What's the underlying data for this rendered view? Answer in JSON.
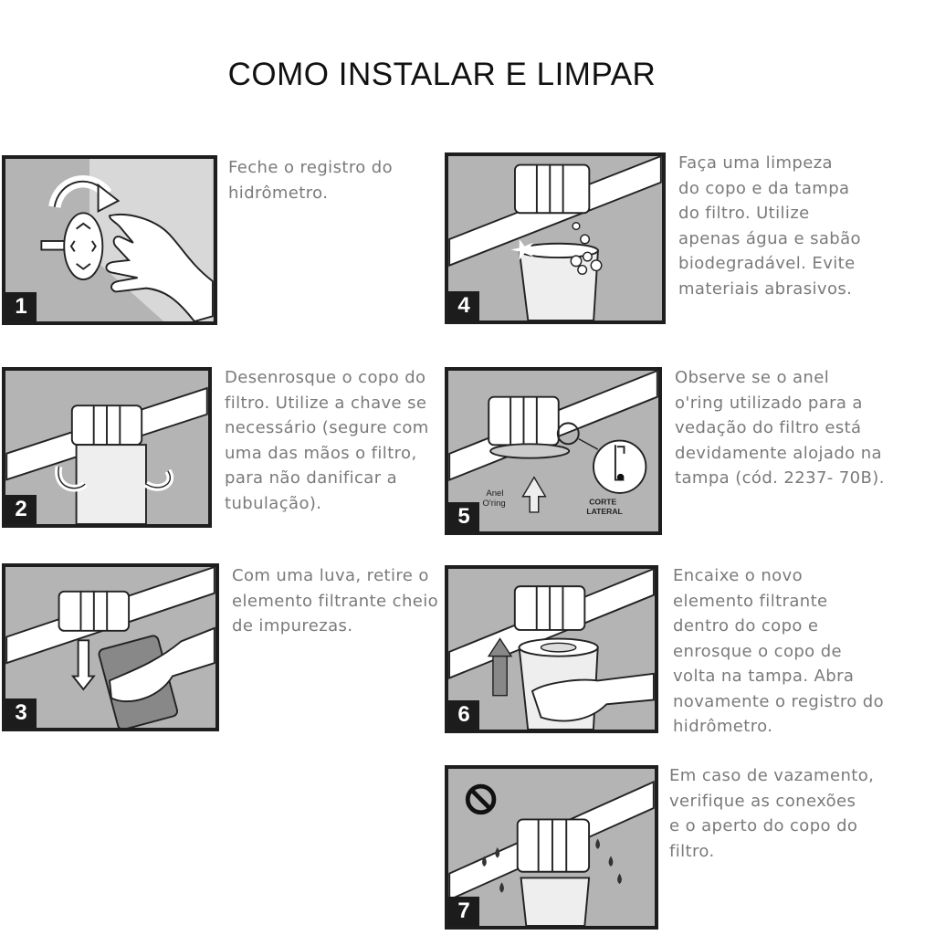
{
  "title": "COMO INSTALAR E LIMPAR",
  "steps": [
    {
      "number": "1",
      "text": "Feche o registro do\nhidrômetro.",
      "icon": "hand-closing-valve"
    },
    {
      "number": "2",
      "text": "Desenrosque o copo do\nfiltro. Utilize a chave se\nnecessário (segure com\numa das mãos o filtro,\npara não danificar a\ntubulação).",
      "icon": "unscrew-cup"
    },
    {
      "number": "3",
      "text": "Com uma luva, retire o\nelemento filtrante cheio\nde impurezas.",
      "icon": "remove-filter-element"
    },
    {
      "number": "4",
      "text": "Faça uma limpeza\ndo copo e da tampa\ndo filtro. Utilize\napenas água e sabão\nbiodegradável. Evite\nmateriais abrasivos.",
      "icon": "clean-cup"
    },
    {
      "number": "5",
      "text": "Observe se o anel\no'ring utilizado para a\nvedação do filtro está\ndevidamente alojado na\ntampa (cód. 2237- 70B).",
      "icon": "check-oring",
      "labels": {
        "oring": "Anel\nO'ring",
        "corte": "CORTE\nLATERAL"
      }
    },
    {
      "number": "6",
      "text": "Encaixe o novo\nelemento filtrante\ndentro do copo e\nenrosque o copo de\nvolta na tampa. Abra\nnovamente o registro do\nhidrômetro.",
      "icon": "insert-new-element"
    },
    {
      "number": "7",
      "text": "Em caso de vazamento,\nverifique as conexões\ne o aperto do copo do\nfiltro.",
      "icon": "leak-warning"
    }
  ]
}
